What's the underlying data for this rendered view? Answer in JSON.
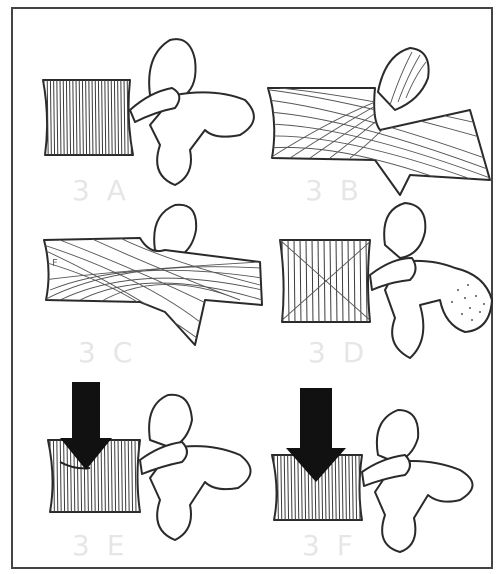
{
  "figure": {
    "panels": [
      {
        "id": "3A",
        "label": "3 A"
      },
      {
        "id": "3B",
        "label": "3 B"
      },
      {
        "id": "3C",
        "label": "3 C"
      },
      {
        "id": "3D",
        "label": "3 D"
      },
      {
        "id": "3E",
        "label": "3 E"
      },
      {
        "id": "3F",
        "label": "3 F"
      }
    ],
    "colors": {
      "bone_outline": "#2a2a2a",
      "label_text": "#e6e6e6",
      "arrow": "#111111",
      "frame": "#444444"
    }
  }
}
